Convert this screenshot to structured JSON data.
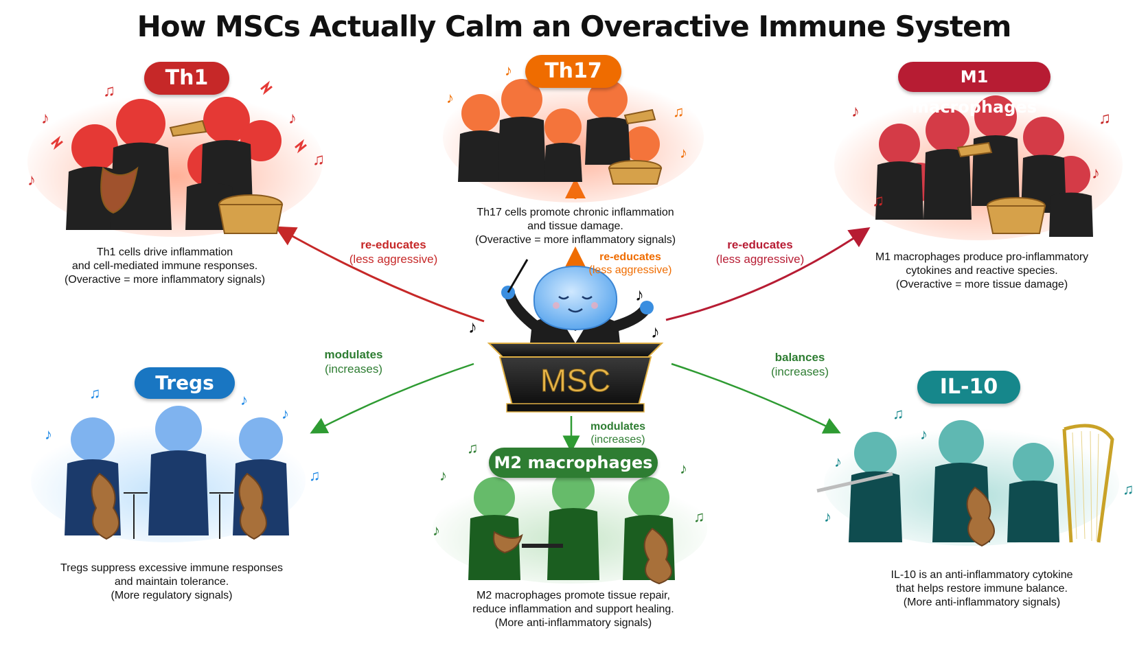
{
  "title": "How MSCs Actually Calm an Overactive Immune System",
  "center": {
    "podium_label": "MSC"
  },
  "colors": {
    "th1": "#c62828",
    "th17": "#ef6c00",
    "m1": "#b71c33",
    "tregs": "#1976c2",
    "m2": "#2e7d32",
    "il10": "#16878b",
    "gold": "#e0b044"
  },
  "groups": {
    "th1": {
      "label": "Th1",
      "lines": [
        "Th1 cells drive inflammation",
        "and cell-mediated immune responses.",
        "(Overactive = more inflammatory signals)"
      ]
    },
    "th17": {
      "label": "Th17",
      "lines": [
        "Th17 cells promote chronic inflammation",
        "and tissue damage.",
        "(Overactive = more inflammatory signals)"
      ]
    },
    "m1": {
      "label": "M1 macrophages",
      "lines": [
        "M1 macrophages produce pro-inflammatory",
        "cytokines and reactive species.",
        "(Overactive = more tissue damage)"
      ]
    },
    "tregs": {
      "label": "Tregs",
      "lines": [
        "Tregs suppress excessive immune responses",
        "and maintain tolerance.",
        "(More regulatory signals)"
      ]
    },
    "m2": {
      "label": "M2 macrophages",
      "lines": [
        "M2 macrophages promote tissue repair,",
        "reduce inflammation and support healing.",
        "(More anti-inflammatory signals)"
      ]
    },
    "il10": {
      "label": "IL-10",
      "lines": [
        "IL-10 is an anti-inflammatory cytokine",
        "that helps restore immune balance.",
        "(More anti-inflammatory signals)"
      ]
    }
  },
  "arrows": {
    "to_th1": {
      "verb": "re-educates",
      "note": "(less aggressive)"
    },
    "to_th17": {
      "verb": "re-educates",
      "note": "(less aggressive)"
    },
    "to_m1": {
      "verb": "re-educates",
      "note": "(less aggressive)"
    },
    "to_tregs": {
      "verb": "modulates",
      "note": "(increases)"
    },
    "to_m2": {
      "verb": "modulates",
      "note": "(increases)"
    },
    "to_il10": {
      "verb": "balances",
      "note": "(increases)"
    }
  }
}
